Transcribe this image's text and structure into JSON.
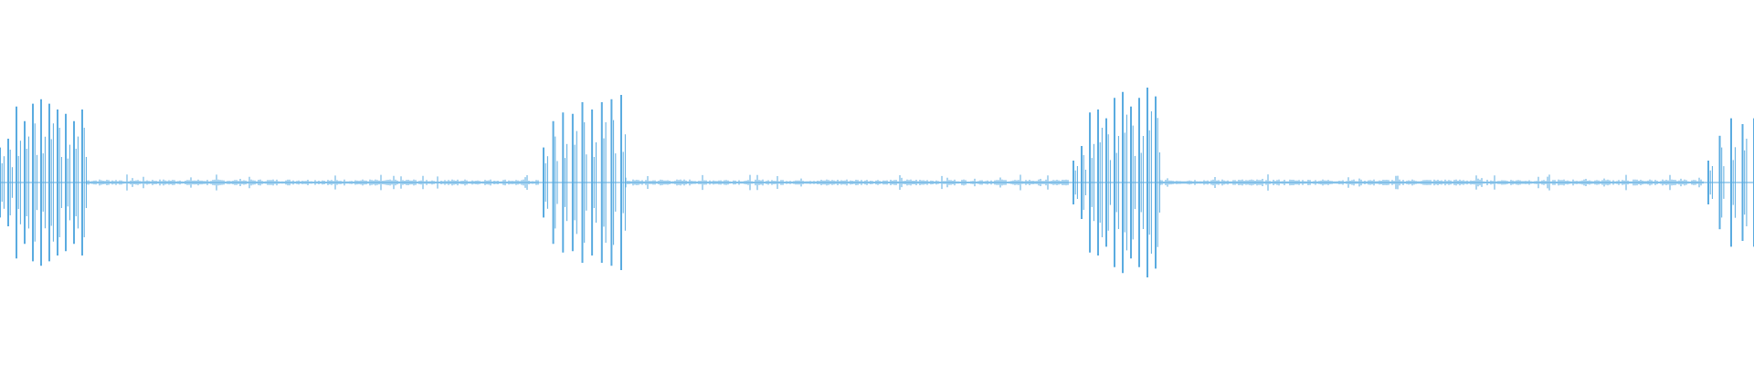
{
  "waveform": {
    "color": "#5aabe0",
    "bursts": [
      {
        "peaks": [
          0.24,
          0.3,
          0.52,
          0.42,
          0.54,
          0.57,
          0.54,
          0.5,
          0.47,
          0.42,
          0.5
        ]
      },
      {
        "peaks": [
          0.24,
          0.42,
          0.48,
          0.47,
          0.55,
          0.5,
          0.55,
          0.57,
          0.6
        ]
      },
      {
        "peaks": [
          0.15,
          0.25,
          0.48,
          0.5,
          0.44,
          0.58,
          0.62,
          0.52,
          0.58,
          0.65,
          0.59
        ]
      },
      {
        "peaks": [
          0.15,
          0.32,
          0.44,
          0.4,
          0.44
        ]
      }
    ]
  }
}
